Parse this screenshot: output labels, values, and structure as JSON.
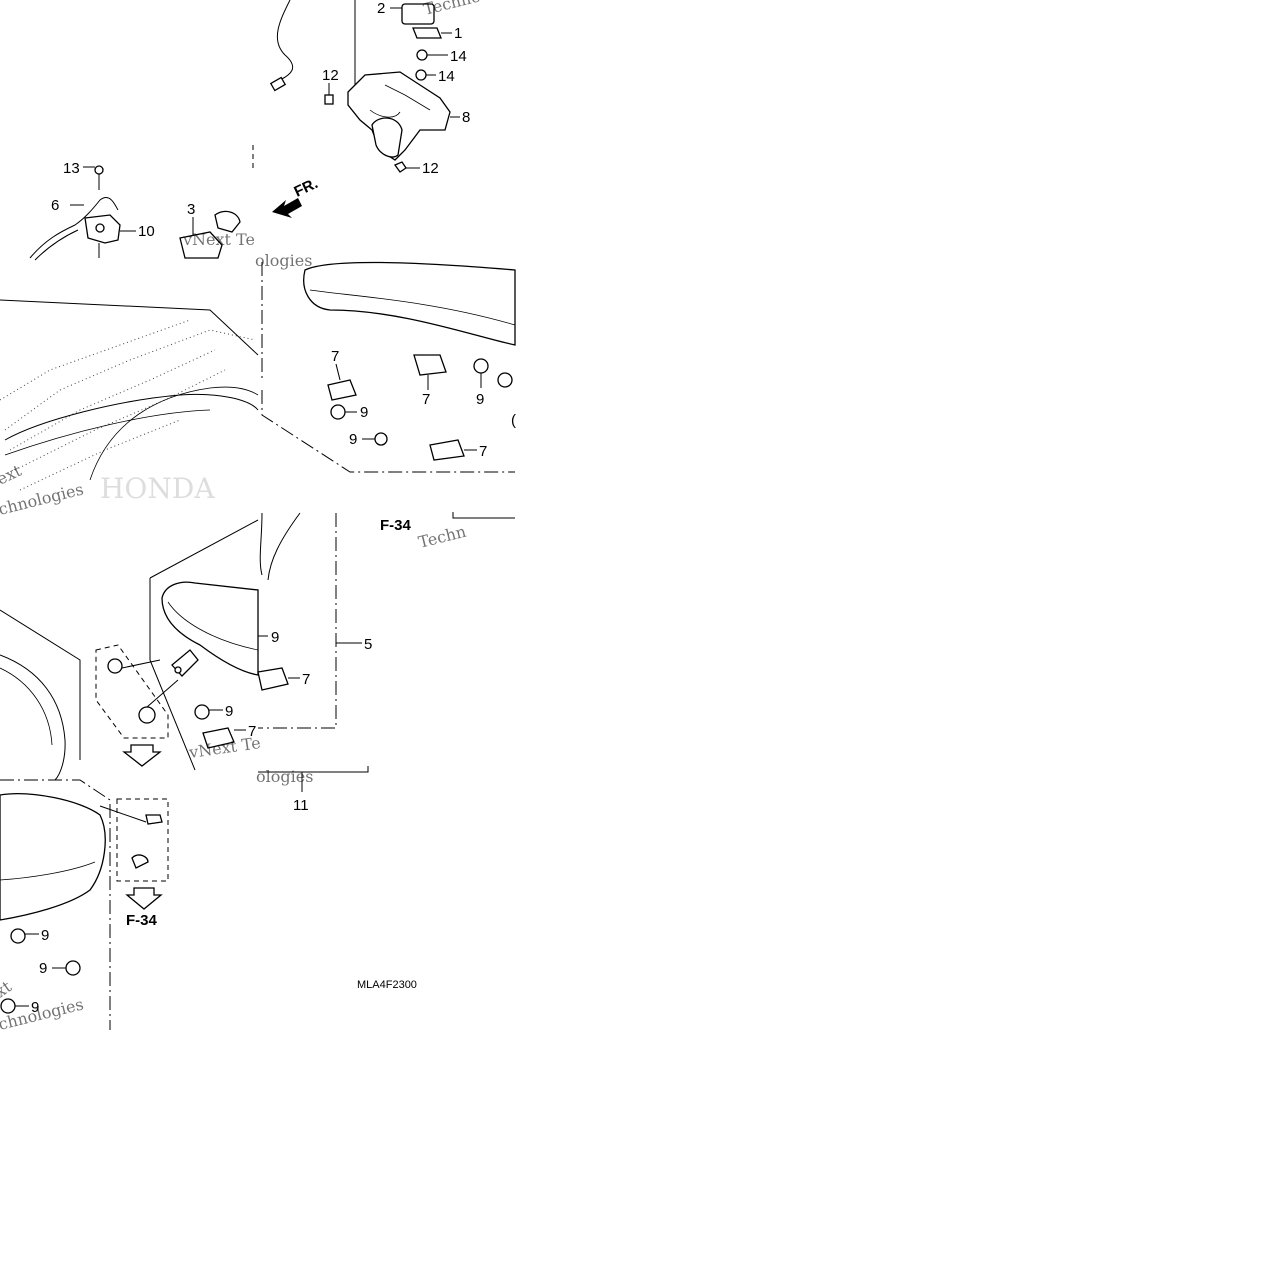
{
  "diagram": {
    "code": "MLA4F2300",
    "direction_label": "FR.",
    "reference_top": "F-34",
    "reference_bottom": "F-34",
    "labels": {
      "p1": "1",
      "p2": "2",
      "p3": "3",
      "p5": "5",
      "p6": "6",
      "p7a": "7",
      "p7b": "7",
      "p7c": "7",
      "p7d": "7",
      "p7e": "7",
      "p8": "8",
      "p9a": "9",
      "p9b": "9",
      "p9c": "9",
      "p9d": "9",
      "p9e": "9",
      "p9f": "9",
      "p9g": "9",
      "p9h": "9",
      "p10": "10",
      "p11": "11",
      "p12a": "12",
      "p12b": "12",
      "p13": "13",
      "p14a": "14",
      "p14b": "14"
    },
    "watermarks": {
      "w1": "Techno",
      "w2": "vNext Te",
      "w3": "ologies",
      "w4": "Techn",
      "w5": "vNext Te",
      "w6": "ologies",
      "w7": "ext",
      "w8": "chnologies",
      "w9": "xt",
      "w10": "chnologies",
      "w11": "HONDA"
    }
  }
}
